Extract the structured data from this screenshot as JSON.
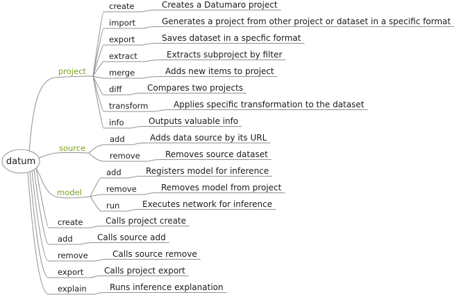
{
  "root": {
    "label": "datum"
  },
  "branches": [
    {
      "label": "project",
      "children": [
        {
          "command": "create",
          "description": "Creates a Datumaro project"
        },
        {
          "command": "import",
          "description": "Generates a project from other project or dataset in a specific format"
        },
        {
          "command": "export",
          "description": "Saves dataset in a specfic format"
        },
        {
          "command": "extract",
          "description": "Extracts subproject by filter"
        },
        {
          "command": "merge",
          "description": "Adds new items to project"
        },
        {
          "command": "diff",
          "description": "Compares two projects"
        },
        {
          "command": "transform",
          "description": "Applies specific transformation to the dataset"
        },
        {
          "command": "info",
          "description": "Outputs valuable info"
        }
      ]
    },
    {
      "label": "source",
      "children": [
        {
          "command": "add",
          "description": "Adds data source by its URL"
        },
        {
          "command": "remove",
          "description": "Removes source dataset"
        }
      ]
    },
    {
      "label": "model",
      "children": [
        {
          "command": "add",
          "description": "Registers model for inference"
        },
        {
          "command": "remove",
          "description": "Removes model from project"
        },
        {
          "command": "run",
          "description": "Executes network for inference"
        }
      ]
    }
  ],
  "shortcuts": [
    {
      "command": "create",
      "description": "Calls project create"
    },
    {
      "command": "add",
      "description": "Calls source add"
    },
    {
      "command": "remove",
      "description": "Calls source remove"
    },
    {
      "command": "export",
      "description": "Calls project export"
    },
    {
      "command": "explain",
      "description": "Runs inference explanation"
    }
  ],
  "colors": {
    "branch_label": "#7da01e",
    "edge": "#8f8f8f",
    "text": "#1a1a1a",
    "background": "#ffffff"
  }
}
